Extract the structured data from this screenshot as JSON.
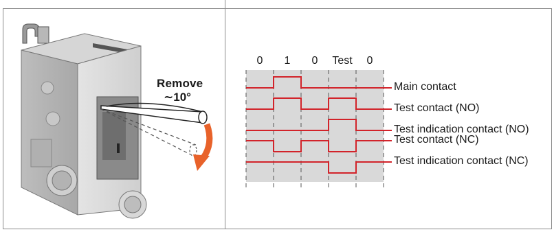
{
  "illustration": {
    "action_label": "Remove",
    "angle_label": "∼10°"
  },
  "timing": {
    "states": [
      "0",
      "1",
      "0",
      "Test",
      "0"
    ],
    "signals": [
      {
        "label": "Main contact",
        "levels": [
          0,
          1,
          0,
          0,
          0
        ]
      },
      {
        "label": "Test contact (NO)",
        "levels": [
          0,
          1,
          0,
          1,
          0
        ]
      },
      {
        "label": "Test indication contact (NO)",
        "levels": [
          0,
          0,
          0,
          1,
          0
        ]
      },
      {
        "label": "Test contact (NC)",
        "levels": [
          1,
          0,
          1,
          0,
          1
        ]
      },
      {
        "label": "Test indication contact (NC)",
        "levels": [
          1,
          1,
          1,
          0,
          1
        ]
      }
    ],
    "colors": {
      "signal": "#d2232a",
      "background": "#d9d9d9",
      "arrow": "#e8622a"
    }
  }
}
